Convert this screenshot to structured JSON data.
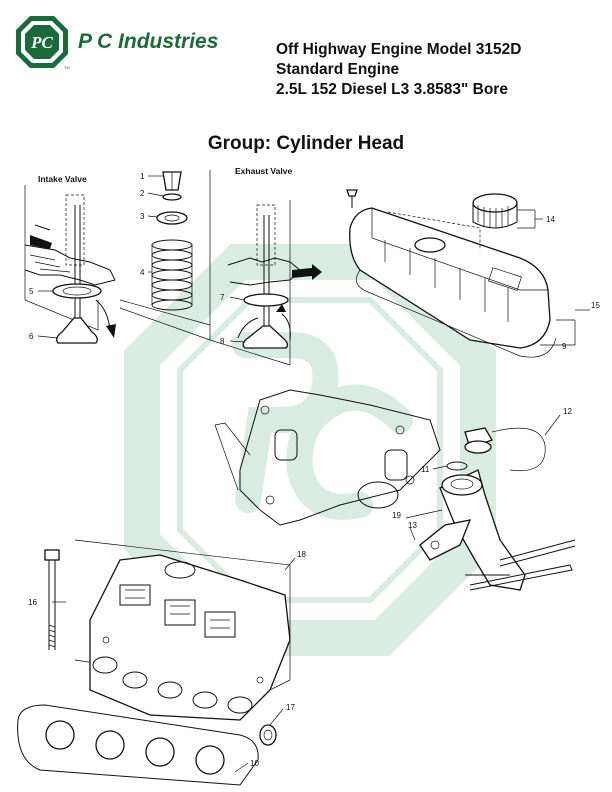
{
  "header": {
    "company": "P C Industries",
    "logo_letters": "PC",
    "logo_tm": "TM",
    "title_line1": "Off Highway Engine Model 3152D",
    "title_line2": "Standard Engine",
    "title_line3": "2.5L 152 Diesel L3 3.8583\" Bore"
  },
  "group_title": "Group: Cylinder Head",
  "diagram": {
    "captions": {
      "intake": "Intake Valve",
      "exhaust": "Exhaust Valve"
    },
    "callouts": {
      "c1": "1",
      "c2": "2",
      "c3": "3",
      "c4": "4",
      "c5": "5",
      "c6": "6",
      "c7": "7",
      "c8": "8",
      "c9": "9",
      "c10": "10",
      "c11": "11",
      "c12": "12",
      "c13": "13",
      "c14": "14",
      "c15": "15",
      "c16": "16",
      "c17": "17",
      "c18": "18",
      "c19": "19"
    }
  },
  "colors": {
    "brand_green": "#1b6b3a",
    "watermark": "#d9ece1"
  }
}
